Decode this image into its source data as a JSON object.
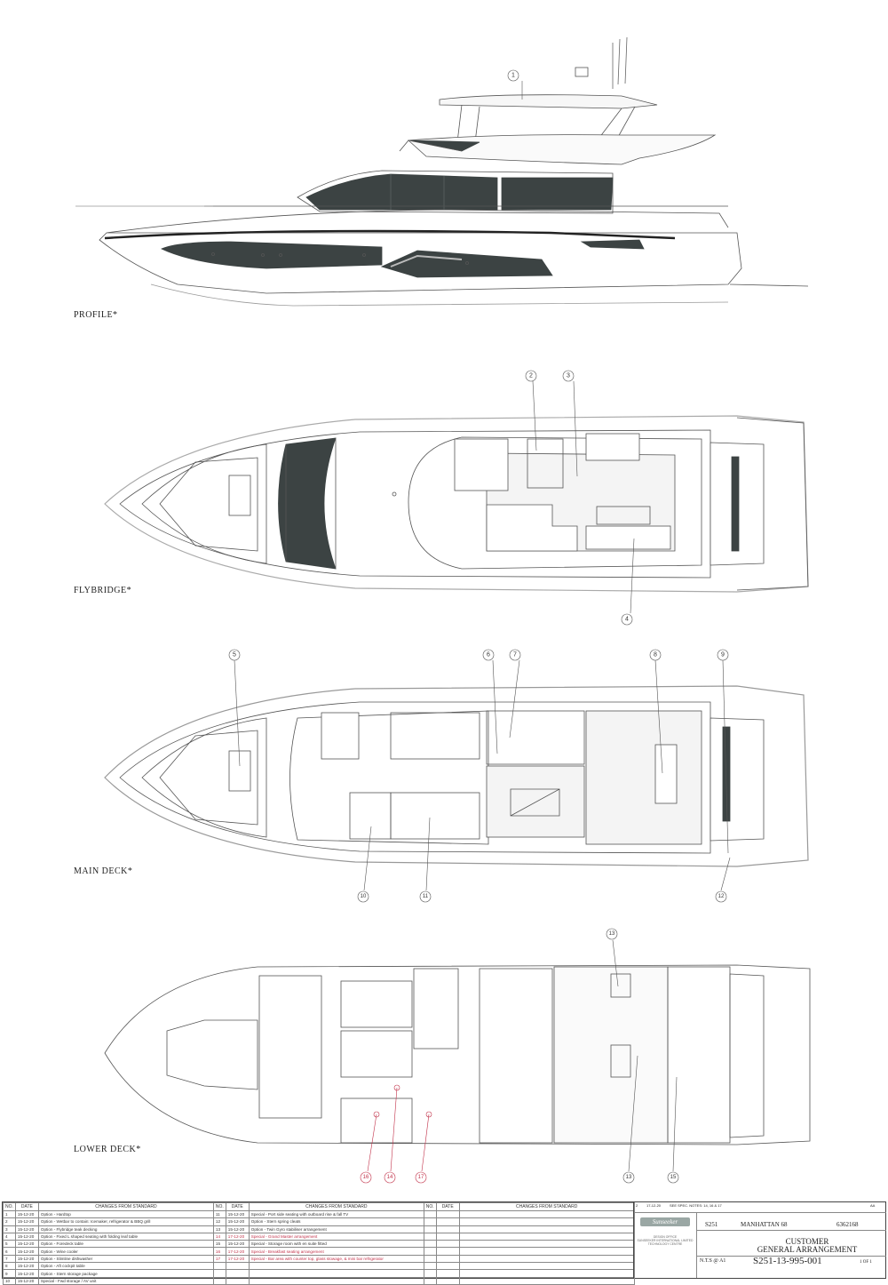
{
  "views": {
    "profile": "PROFILE*",
    "flybridge": "FLYBRIDGE*",
    "main_deck": "MAIN DECK*",
    "lower_deck": "LOWER DECK*"
  },
  "callouts": [
    "1",
    "2",
    "3",
    "4",
    "5",
    "6",
    "7",
    "8",
    "9",
    "10",
    "11",
    "12",
    "13",
    "14",
    "15",
    "16",
    "17"
  ],
  "colors": {
    "accent_red": "#c2324a",
    "glass": "#3c4343",
    "line": "#555555"
  },
  "changes_table": {
    "headers": {
      "no": "NO.",
      "date": "DATE",
      "changes": "CHANGES FROM STANDARD"
    },
    "col1": [
      {
        "no": "1",
        "date": "15-12-20",
        "text": "Option  - Hardtop"
      },
      {
        "no": "2",
        "date": "15-12-20",
        "text": "Option  - Wetbar to contain: Icemaker, refrigerator & BBQ grill"
      },
      {
        "no": "3",
        "date": "15-12-20",
        "text": "Option  - Flybridge teak decking"
      },
      {
        "no": "4",
        "date": "15-12-20",
        "text": "Option  - Fixed L shaped seating with folding leaf table"
      },
      {
        "no": "5",
        "date": "15-12-20",
        "text": "Option  - Foredeck table"
      },
      {
        "no": "6",
        "date": "15-12-20",
        "text": "Option  - Wine cooler"
      },
      {
        "no": "7",
        "date": "15-12-20",
        "text": "Option  - Slimline dishwasher"
      },
      {
        "no": "8",
        "date": "15-12-20",
        "text": "Option  - Aft cockpit table"
      },
      {
        "no": "9",
        "date": "15-12-20",
        "text": "Option  - Stern storage package"
      },
      {
        "no": "10",
        "date": "15-12-20",
        "text": "Special - Fwd storage / AV unit"
      }
    ],
    "col2": [
      {
        "no": "11",
        "date": "15-12-20",
        "text": "Special - Port side seating with outboard rise & fall TV",
        "red": false
      },
      {
        "no": "12",
        "date": "15-12-20",
        "text": "Option  - Stern spring cleats",
        "red": false
      },
      {
        "no": "13",
        "date": "15-12-20",
        "text": "Option  - Twin Gyro stabiliser arrangement",
        "red": false
      },
      {
        "no": "14",
        "date": "17-12-20",
        "text": "Special - Grand Master arrangement",
        "red": true
      },
      {
        "no": "15",
        "date": "15-12-20",
        "text": "Special - Storage room with en suite fitted",
        "red": false
      },
      {
        "no": "16",
        "date": "17-12-20",
        "text": "Special - Breakfast seating arrangement",
        "red": true
      },
      {
        "no": "17",
        "date": "17-12-20",
        "text": "Special - Bar area with counter top, glass stowage, & mini bar refrigerator",
        "red": true
      }
    ]
  },
  "title_block": {
    "brand": "Sunseeker",
    "design_office": "DESIGN OFFICE",
    "company": "SUNSEEKER INTERNATIONAL LIMITED",
    "unit": "TECHNOLOGY CENTRE",
    "issue": "2",
    "issue_date": "17-12-20",
    "revision": "SEE SPEC. NOTES: 14, 16 & 17",
    "project_ref": "S251",
    "model_name": "MANHATTAN 68",
    "hull_number": "6362168",
    "title_line1": "CUSTOMER",
    "title_line2": "GENERAL ARRANGEMENT",
    "scale": "N.T.S @ A1",
    "drawing_number": "S251-13-995-001",
    "sheet": "1  OF  1",
    "size_code": "AA"
  }
}
